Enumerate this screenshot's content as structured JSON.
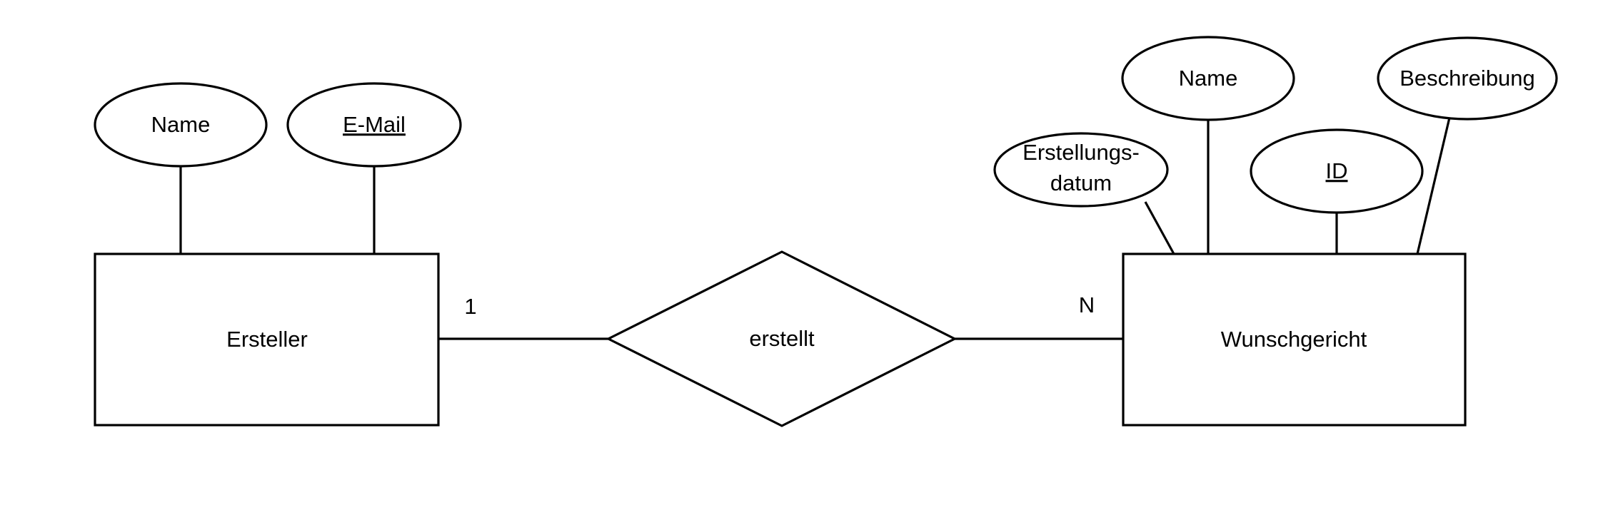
{
  "diagram": {
    "type": "entity-relationship-diagram",
    "notation": "chen",
    "background_color": "#ffffff",
    "stroke_color": "#000000",
    "text_color": "#000000",
    "entities": [
      {
        "id": "ersteller",
        "label": "Ersteller",
        "shape": "rectangle",
        "attributes": [
          {
            "id": "ersteller-name",
            "label": "Name",
            "is_key": false
          },
          {
            "id": "ersteller-email",
            "label": "E-Mail",
            "is_key": true
          }
        ]
      },
      {
        "id": "wunschgericht",
        "label": "Wunschgericht",
        "shape": "rectangle",
        "attributes": [
          {
            "id": "wg-erstellungsdatum",
            "label": "Erstellungs-",
            "label_line2": "datum",
            "is_key": false
          },
          {
            "id": "wg-name",
            "label": "Name",
            "is_key": false
          },
          {
            "id": "wg-id",
            "label": "ID",
            "is_key": true
          },
          {
            "id": "wg-beschreibung",
            "label": "Beschreibung",
            "is_key": false
          }
        ]
      }
    ],
    "relationships": [
      {
        "id": "erstellt",
        "label": "erstellt",
        "shape": "diamond",
        "from_entity": "ersteller",
        "to_entity": "wunschgericht",
        "cardinality_left": "1",
        "cardinality_right": "N"
      }
    ]
  }
}
